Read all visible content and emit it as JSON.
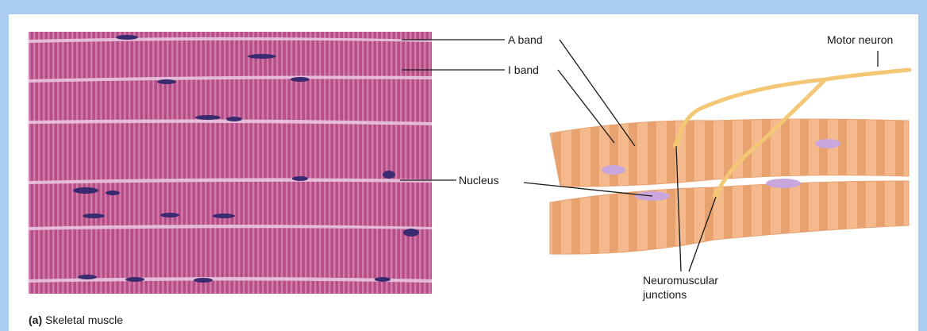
{
  "labels": {
    "a_band": "A band",
    "i_band": "I band",
    "nucleus": "Nucleus",
    "motor_neuron": "Motor neuron",
    "nmj_line1": "Neuromuscular",
    "nmj_line2": "junctions"
  },
  "caption": {
    "letter": "(a)",
    "text": "Skeletal muscle"
  },
  "colors": {
    "frame": "#aacdf0",
    "micrograph_base": "#b84d86",
    "fiber": "#f4b98c",
    "fiber_stripe": "#e08e5a",
    "nucleus_micro": "#3a2a70",
    "nucleus_fiber": "#c9a6dc",
    "neuron": "#f7d08a"
  }
}
